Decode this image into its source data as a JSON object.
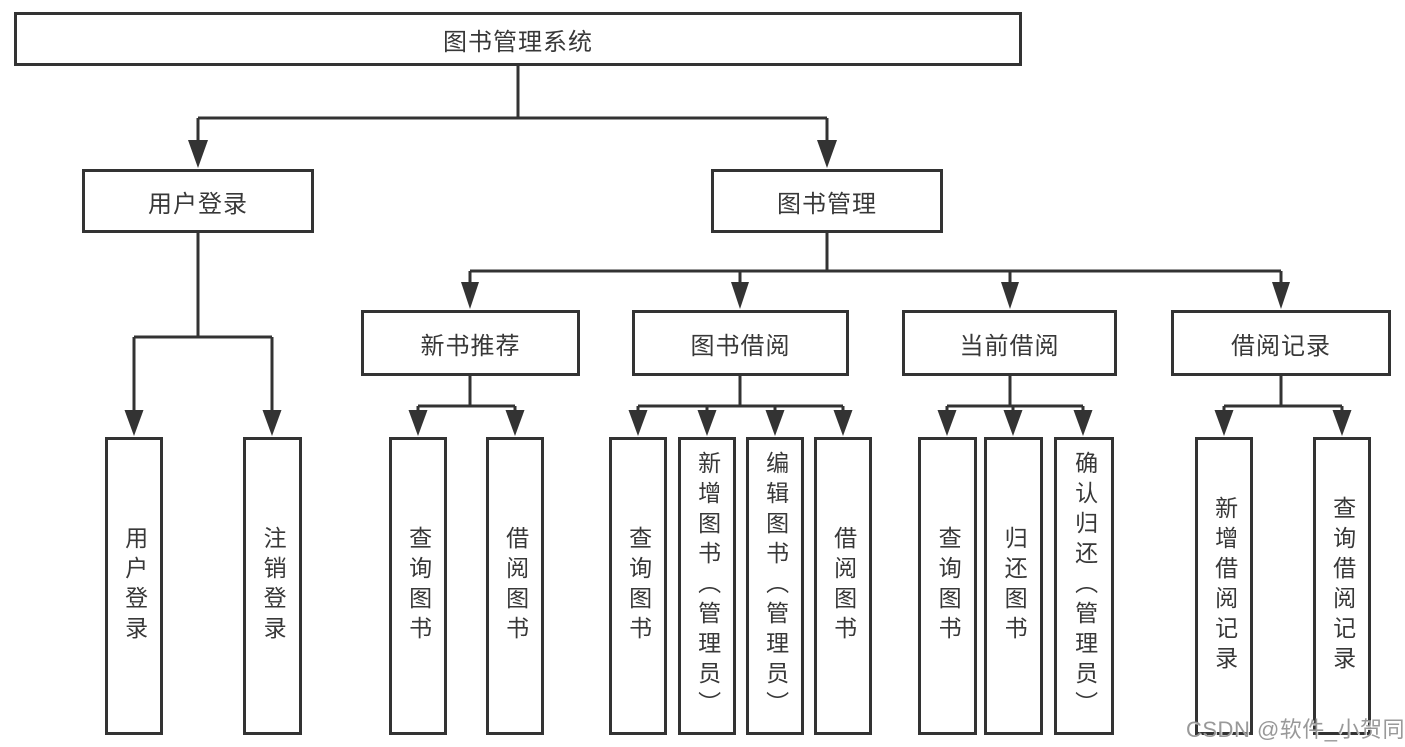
{
  "colors": {
    "line": "#333333",
    "box_border": "#333333",
    "text": "#383838",
    "background": "#ffffff",
    "watermark": "#939393"
  },
  "watermark": {
    "text": "CSDN @软件_小贺同学"
  },
  "tree": {
    "root": {
      "label": "图书管理系统"
    },
    "branches": [
      {
        "label": "用户登录",
        "leaves": [
          {
            "label": "用户登录"
          },
          {
            "label": "注销登录"
          }
        ]
      },
      {
        "label": "图书管理",
        "sections": [
          {
            "label": "新书推荐",
            "leaves": [
              {
                "label": "查询图书"
              },
              {
                "label": "借阅图书"
              }
            ]
          },
          {
            "label": "图书借阅",
            "leaves": [
              {
                "label": "查询图书"
              },
              {
                "label": "新增图书（管理员）"
              },
              {
                "label": "编辑图书（管理员）"
              },
              {
                "label": "借阅图书"
              }
            ]
          },
          {
            "label": "当前借阅",
            "leaves": [
              {
                "label": "查询图书"
              },
              {
                "label": "归还图书"
              },
              {
                "label": "确认归还（管理员）"
              }
            ]
          },
          {
            "label": "借阅记录",
            "leaves": [
              {
                "label": "新增借阅记录"
              },
              {
                "label": "查询借阅记录"
              }
            ]
          }
        ]
      }
    ]
  }
}
